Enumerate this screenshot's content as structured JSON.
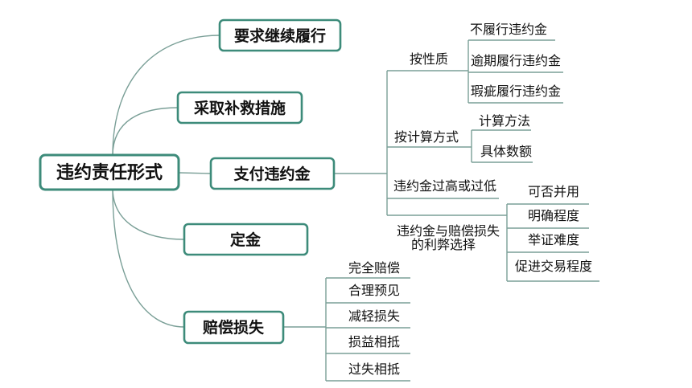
{
  "diagram": {
    "root": {
      "label": "违约责任形式"
    },
    "branches": [
      {
        "label": "要求继续履行"
      },
      {
        "label": "采取补救措施"
      },
      {
        "label": "支付违约金",
        "children": [
          {
            "label": "按性质",
            "children": [
              "不履行违约金",
              "逾期履行违约金",
              "瑕疵履行违约金"
            ]
          },
          {
            "label": "按计算方式",
            "children": [
              "计算方法",
              "具体数额"
            ]
          },
          {
            "label": "违约金过高或过低"
          },
          {
            "label_lines": [
              "违约金与赔偿损失",
              "的利弊选择"
            ],
            "children": [
              "可否并用",
              "明确程度",
              "举证难度",
              "促进交易程度"
            ]
          }
        ]
      },
      {
        "label": "定金"
      },
      {
        "label": "赔偿损失",
        "children": [
          "完全赔偿",
          "合理预见",
          "减轻损失",
          "损益相抵",
          "过失相抵"
        ]
      }
    ]
  },
  "colors": {
    "node_border": "#3d8b7a",
    "connector": "#7a9f97",
    "text": "#111111",
    "background": "#ffffff"
  }
}
